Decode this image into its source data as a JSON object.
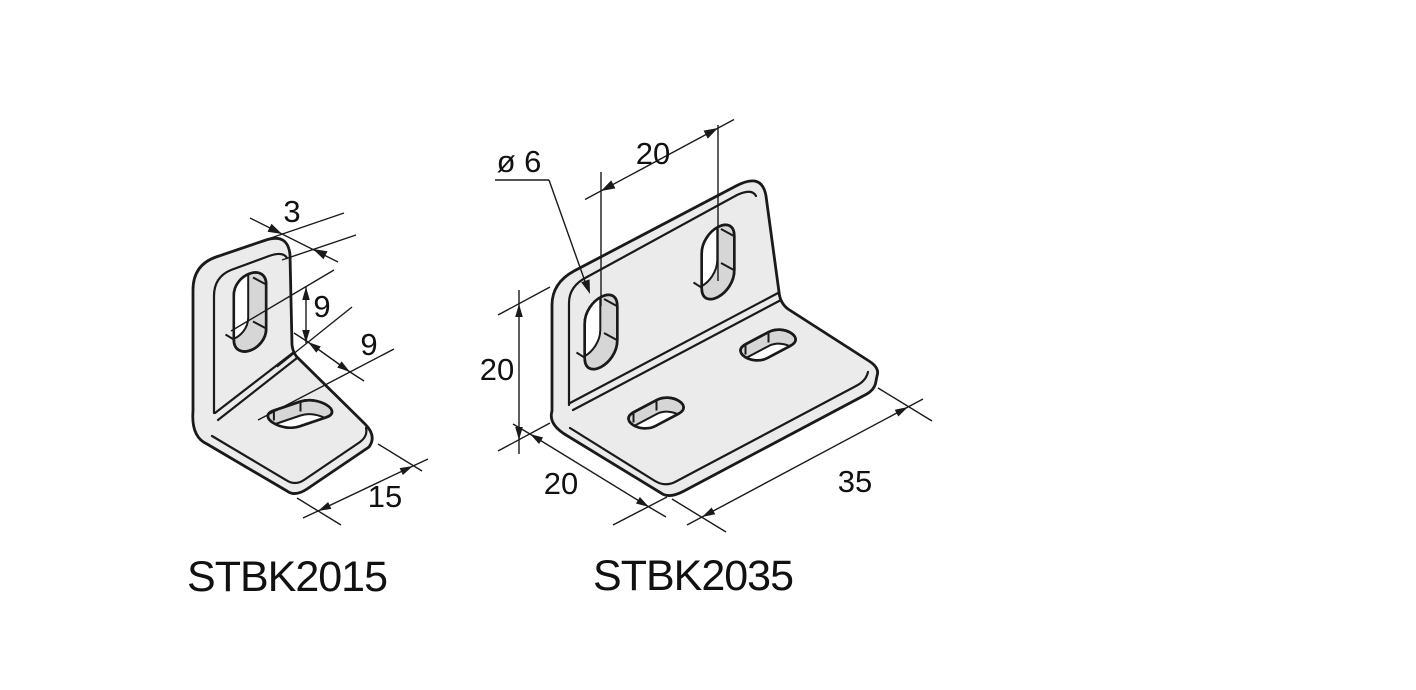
{
  "page": {
    "background": "#ffffff"
  },
  "drawing": {
    "line_color": "#1a1a1a",
    "face_color": "#ebebeb",
    "slot_wall_color": "#d6d6d6",
    "parts": [
      {
        "label": "STBK2015",
        "dims": {
          "thickness": "3",
          "slot_to_bend": "9",
          "bend_to_slot": "9",
          "base_width": "15"
        }
      },
      {
        "label": "STBK2035",
        "dims": {
          "hole_diameter": "ø 6",
          "slot_spacing": "20",
          "height": "20",
          "depth": "20",
          "width": "35"
        }
      }
    ]
  }
}
